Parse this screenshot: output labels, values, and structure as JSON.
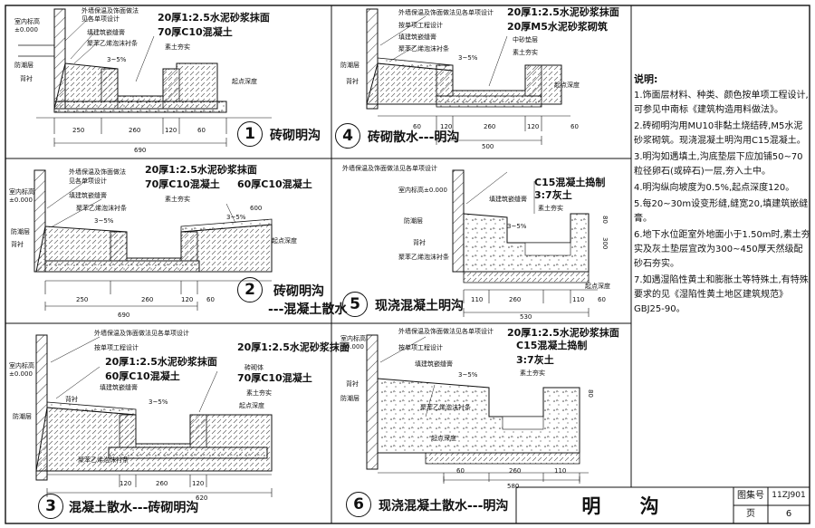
{
  "panels": [
    {
      "number": "1",
      "title": "砖砌明沟",
      "labels": [
        "外墙保温及饰面做法",
        "见各单项设计",
        "填建筑嵌缝膏",
        "聚苯乙烯泡沫衬条",
        "室内标高",
        "±0.000",
        "防潮层",
        "背衬",
        "起点深度"
      ],
      "specs": [
        "20厚1:2.5水泥砂浆抹面",
        "70厚C10混凝土",
        "素土夯实"
      ],
      "slope": "3~5%",
      "dims": [
        "250",
        "260",
        "120",
        "60",
        "690"
      ]
    },
    {
      "number": "4",
      "title": "砖砌散水---明沟",
      "labels": [
        "外墙保温及饰面做法见各单项设计",
        "按单项工程设计",
        "填建筑嵌缝膏",
        "聚苯乙烯泡沫衬条",
        "防潮层",
        "背衬",
        "起点深度"
      ],
      "specs": [
        "20厚1:2.5水泥砂浆抹面",
        "20厚M5水泥砂浆砌筑",
        "中砂垫层",
        "素土夯实"
      ],
      "slope": "3~5%",
      "dims": [
        "60",
        "120",
        "260",
        "120",
        "500",
        "60"
      ]
    },
    {
      "number": "2",
      "title": "砖砌明沟",
      "subtitle": "---混凝土散水",
      "labels": [
        "外墙保温及饰面做法",
        "见各单项设计",
        "填建筑嵌缝膏",
        "聚苯乙烯泡沫衬条",
        "室内标高",
        "±0.000",
        "防潮层",
        "背衬",
        "起点深度"
      ],
      "specs": [
        "20厚1:2.5水泥砂浆抹面",
        "70厚C10混凝土",
        "60厚C10混凝土",
        "素土夯实"
      ],
      "slope": "3~5%",
      "slope2": "3~5%",
      "dims": [
        "600",
        "250",
        "260",
        "120",
        "60",
        "690"
      ]
    },
    {
      "number": "5",
      "title": "现浇混凝土明沟",
      "labels": [
        "外墙保温及饰面做法见各单项设计",
        "室内标高±0.000",
        "填建筑嵌缝膏",
        "防潮层",
        "背衬",
        "聚苯乙烯泡沫衬条",
        "起点深度"
      ],
      "specs": [
        "C15混凝土捣制",
        "3:7灰土",
        "素土夯实"
      ],
      "slope": "3~5%",
      "dims": [
        "110",
        "260",
        "110",
        "60",
        "530",
        "80",
        "300"
      ]
    },
    {
      "number": "3",
      "title": "混凝土散水---砖砌明沟",
      "labels": [
        "外墙保温及饰面做法见各单项设计",
        "按单项工程设计",
        "填建筑嵌缝膏",
        "聚苯乙烯泡沫衬条",
        "室内标高",
        "±0.000",
        "背衬",
        "防潮层",
        "起点深度",
        "砖砌体"
      ],
      "specs": [
        "20厚1:2.5水泥砂浆抹面",
        "60厚C10混凝土",
        "20厚1:2.5水泥砂浆抹面",
        "70厚C10混凝土",
        "素土夯实"
      ],
      "slope": "3~5%",
      "dims": [
        "120",
        "260",
        "120",
        "620"
      ]
    },
    {
      "number": "6",
      "title": "现浇混凝土散水---明沟",
      "labels": [
        "外墙保温及饰面做法见各单项设计",
        "按单项工程设计",
        "室内标高",
        "±0.000",
        "填建筑嵌缝膏",
        "聚苯乙烯泡沫衬条",
        "防潮层",
        "背衬",
        "起点深度"
      ],
      "specs": [
        "20厚1:2.5水泥砂浆抹面",
        "C15混凝土捣制",
        "3:7灰土",
        "素土夯实"
      ],
      "slope": "3~5%",
      "dims": [
        "60",
        "260",
        "110",
        "580",
        "80"
      ]
    }
  ],
  "notes": {
    "heading": "说明:",
    "items": [
      "1.饰面层材料、种类、颜色按单项工程设计,可参见中南标《建筑构造用料做法》。",
      "2.砖砌明沟用MU10非黏土烧结砖,M5水泥砂浆砌筑。现浇混凝土明沟用C15混凝土。",
      "3.明沟如遇填土,沟底垫层下应加铺50~70粒径卵石(或碎石)一层,夯入土中。",
      "4.明沟纵向坡度为0.5%,起点深度120。",
      "5.每20~30m设变形缝,缝宽20,填建筑嵌缝膏。",
      "6.地下水位距室外地面小于1.50m时,素土夯实及灰土垫层宜改为300~450厚天然级配砂石夯实。",
      "7.如遇湿陷性黄土和膨胀土等特殊土,有特殊要求的见《湿陷性黄土地区建筑规范》GBJ25-90。"
    ]
  },
  "title_block": {
    "title": "明 沟",
    "atlas_label": "图集号",
    "atlas_no": "11ZJ901",
    "page_label": "页",
    "page_no": "6"
  },
  "colors": {
    "ink": "#111111",
    "paper": "#ffffff",
    "hatch": "#555555"
  }
}
